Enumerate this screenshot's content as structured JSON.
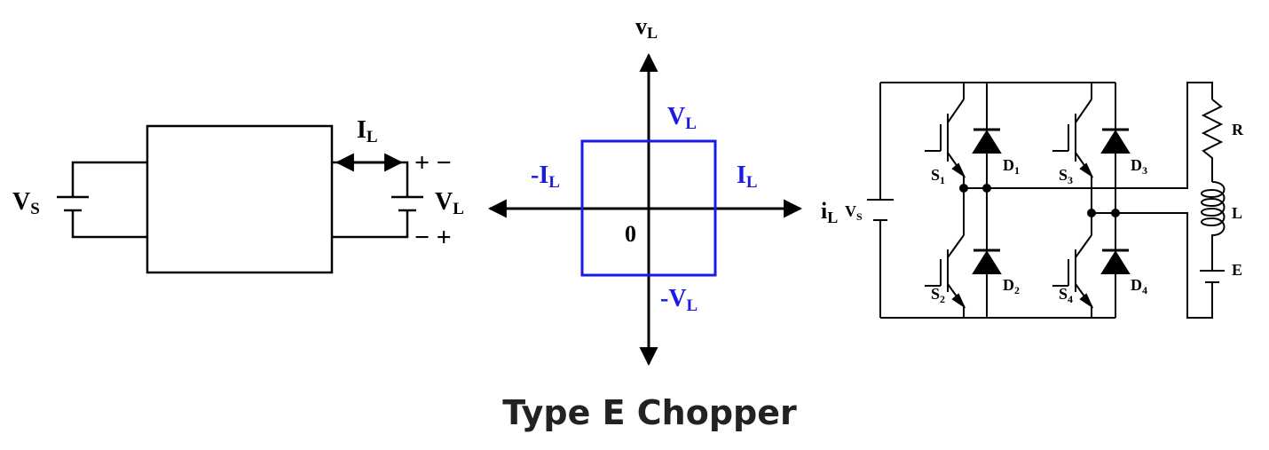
{
  "colors": {
    "ink": "#000000",
    "quadrant": "#1a1ae6"
  },
  "block_diagram": {
    "source": {
      "main": "V",
      "sub": "S"
    },
    "current": {
      "main": "I",
      "sub": "L"
    },
    "load_voltage": {
      "main": "V",
      "sub": "L"
    },
    "top_signs": "+ −",
    "bottom_signs": "− +"
  },
  "quadrant_diagram": {
    "vertical_axis": {
      "main": "v",
      "sub": "L"
    },
    "horizontal_axis": {
      "main": "i",
      "sub": "L"
    },
    "top": {
      "main": "V",
      "sub": "L"
    },
    "bottom": {
      "main": "-V",
      "sub": "L"
    },
    "left": {
      "main": "-I",
      "sub": "L"
    },
    "right": {
      "main": "I",
      "sub": "L"
    },
    "origin": "0"
  },
  "circuit": {
    "source": {
      "main": "V",
      "sub": "S"
    },
    "switches": [
      {
        "main": "S",
        "sub": "1"
      },
      {
        "main": "S",
        "sub": "2"
      },
      {
        "main": "S",
        "sub": "3"
      },
      {
        "main": "S",
        "sub": "4"
      }
    ],
    "diodes": [
      {
        "main": "D",
        "sub": "1"
      },
      {
        "main": "D",
        "sub": "2"
      },
      {
        "main": "D",
        "sub": "3"
      },
      {
        "main": "D",
        "sub": "4"
      }
    ],
    "resistor": "R",
    "inductor": "L",
    "emf": "E"
  },
  "caption": "Type E Chopper"
}
